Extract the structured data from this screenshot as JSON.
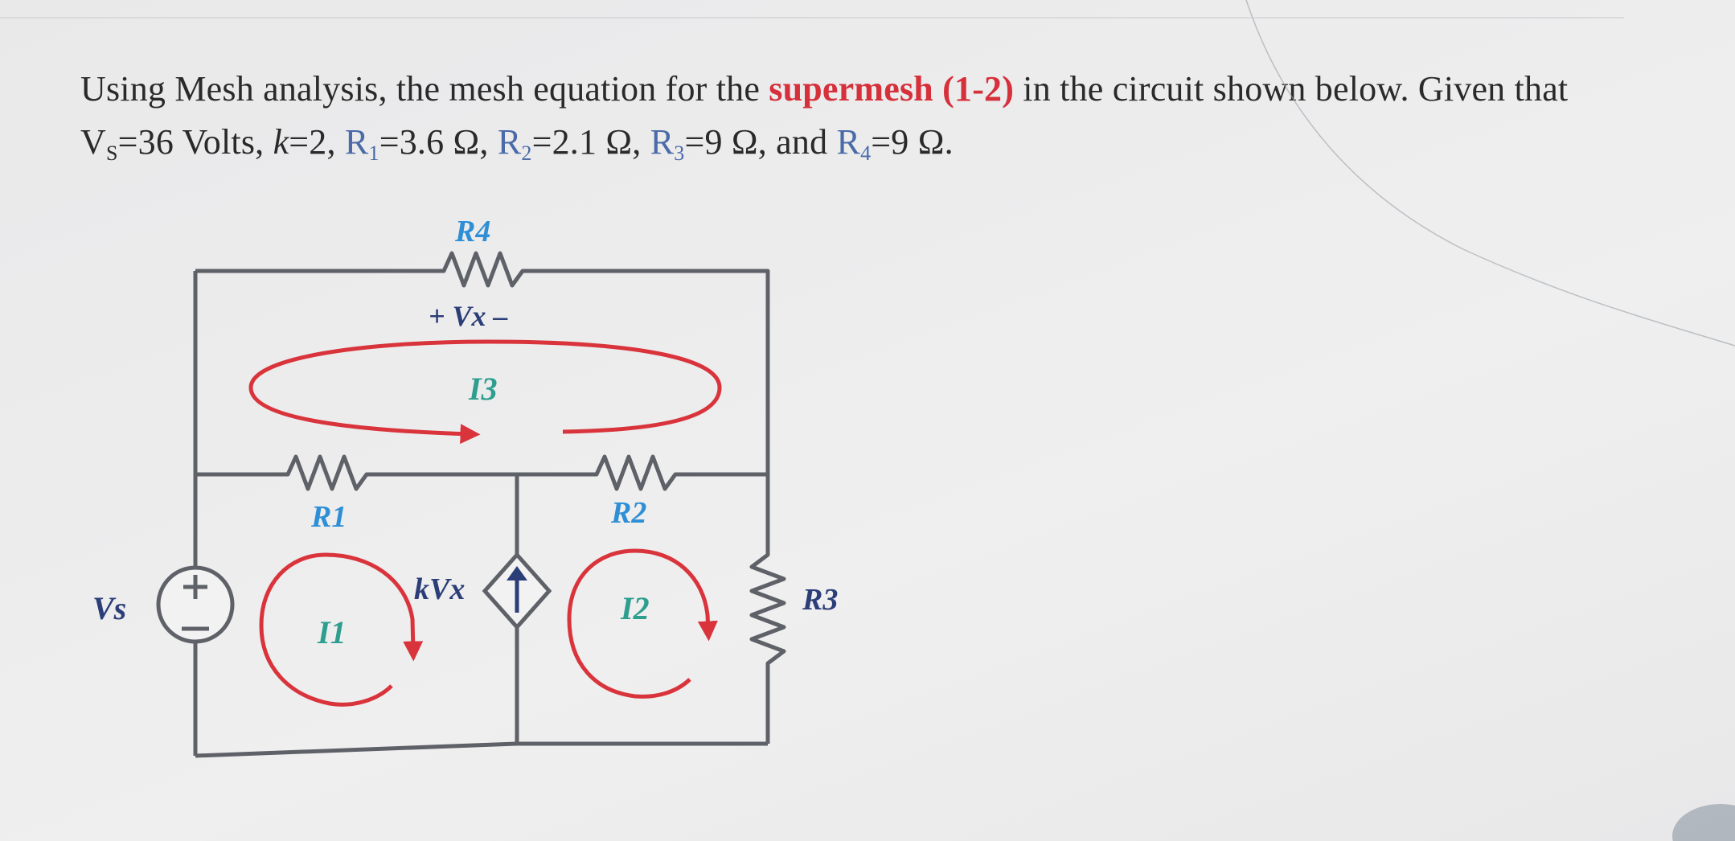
{
  "question": {
    "part1": "Using Mesh analysis, the mesh equation for the ",
    "highlight": "supermesh (1-2)",
    "part2": " in the circuit shown below. Given that ",
    "vs_name": "V",
    "vs_sub": "S",
    "vs_value": "=36 Volts, ",
    "k_name": "k",
    "k_value": "=2, ",
    "r1_name": "R",
    "r1_sub": "1",
    "r1_value": "=3.6 Ω, ",
    "r2_name": "R",
    "r2_sub": "2",
    "r2_value": "=2.1 Ω, ",
    "r3_name": "R",
    "r3_sub": "3",
    "r3_value": "=9 Ω, and ",
    "r4_name": "R",
    "r4_sub": "4",
    "r4_value": "=9 Ω."
  },
  "circuit": {
    "labels": {
      "r4": "R4",
      "vx": "+ Vx –",
      "i3": "I3",
      "r1": "R1",
      "r2": "R2",
      "vs": "Vs",
      "kvx": "kVx",
      "i1": "I1",
      "i2": "I2",
      "r3": "R3"
    },
    "colors": {
      "wire": "#5f6168",
      "mesh_arrow": "#d9343c",
      "resistor_label": "#2e8fd6",
      "source_label": "#2c3e78",
      "current_label": "#2e9e8f"
    }
  }
}
